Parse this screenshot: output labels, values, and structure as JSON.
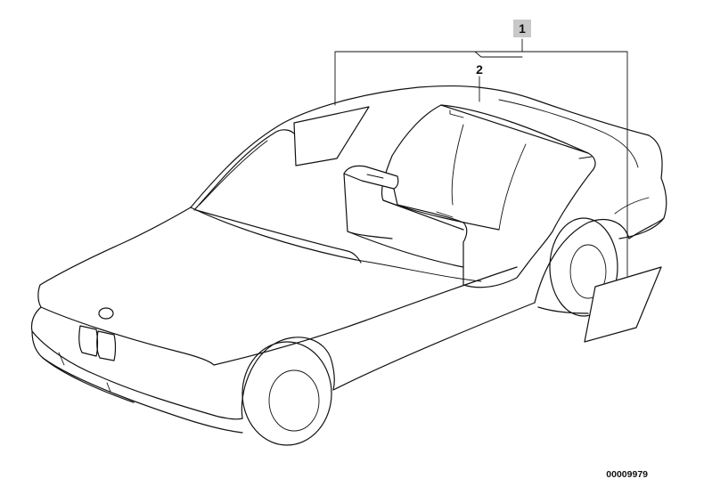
{
  "diagram": {
    "callouts": [
      {
        "id": "1",
        "label": "1",
        "highlighted": true,
        "highlight_color": "#c8c8c8"
      },
      {
        "id": "2",
        "label": "2",
        "highlighted": false
      }
    ],
    "document_code": "00009979"
  }
}
